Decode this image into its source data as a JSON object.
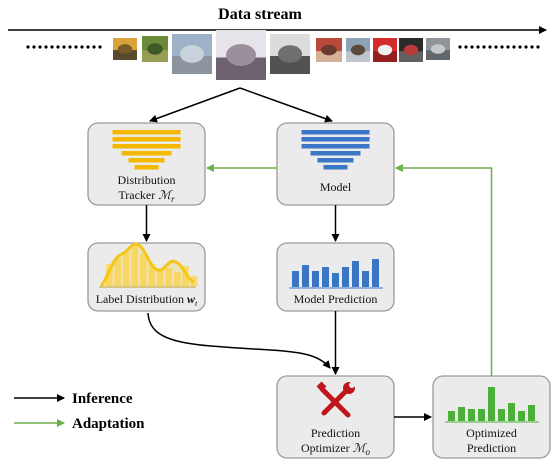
{
  "title": "Data stream",
  "stream": {
    "thumbnails": [
      {
        "name": "car-yellow-thumb",
        "colors": [
          "#d9a23b",
          "#7a5a28",
          "#3f3a2a"
        ]
      },
      {
        "name": "plant-thumb",
        "colors": [
          "#6b8a3a",
          "#3f5a24",
          "#a0a05a"
        ]
      },
      {
        "name": "airplane-thumb",
        "colors": [
          "#9db2c8",
          "#c9d3dc",
          "#8a8f95"
        ]
      },
      {
        "name": "dog-white-thumb",
        "colors": [
          "#e6e4ea",
          "#9c8f9c",
          "#574a58"
        ]
      },
      {
        "name": "car-white-thumb",
        "colors": [
          "#dcdcdc",
          "#6f6f6f",
          "#3a3a3a"
        ]
      },
      {
        "name": "truck-red-thumb",
        "colors": [
          "#b94a3a",
          "#6a3a30",
          "#d9c2a8"
        ]
      },
      {
        "name": "ship-thumb",
        "colors": [
          "#8ea2b6",
          "#5a4a3a",
          "#c7cbd0"
        ]
      },
      {
        "name": "car-red-thumb",
        "colors": [
          "#d32a2a",
          "#f0f0f0",
          "#8a1c1c"
        ]
      },
      {
        "name": "car-dark-thumb",
        "colors": [
          "#2a2a2a",
          "#b83a3a",
          "#6a6a6a"
        ]
      },
      {
        "name": "car-silver-thumb",
        "colors": [
          "#8f959a",
          "#c5c9cc",
          "#5a5f63"
        ]
      }
    ]
  },
  "boxes": {
    "tracker": {
      "line1": "Distribution",
      "line2": "Tracker ",
      "sym": "ℳ",
      "sub": "r"
    },
    "model": {
      "label": "Model"
    },
    "label_dist": {
      "text": "Label Distribution ",
      "sym": "w",
      "sub": "t"
    },
    "model_pred": {
      "label": "Model Prediction"
    },
    "optimizer": {
      "line1": "Prediction",
      "line2": "Optimizer ",
      "sym": "ℳ",
      "sub": "o"
    },
    "optimized": {
      "line1": "Optimized",
      "line2": "Prediction"
    }
  },
  "legend": {
    "inference": "Inference",
    "adaptation": "Adaptation"
  },
  "colors": {
    "inference": "#000000",
    "adaptation": "#6ab04c",
    "tracker_bars": "#f5b800",
    "dist_curve": "#f5c518",
    "model_bars": "#3b76c6",
    "wrench": "#c0161c",
    "optimized_bars": "#4caf3a",
    "box_fill": "#ebebeb",
    "box_stroke": "#9a9a9a"
  }
}
